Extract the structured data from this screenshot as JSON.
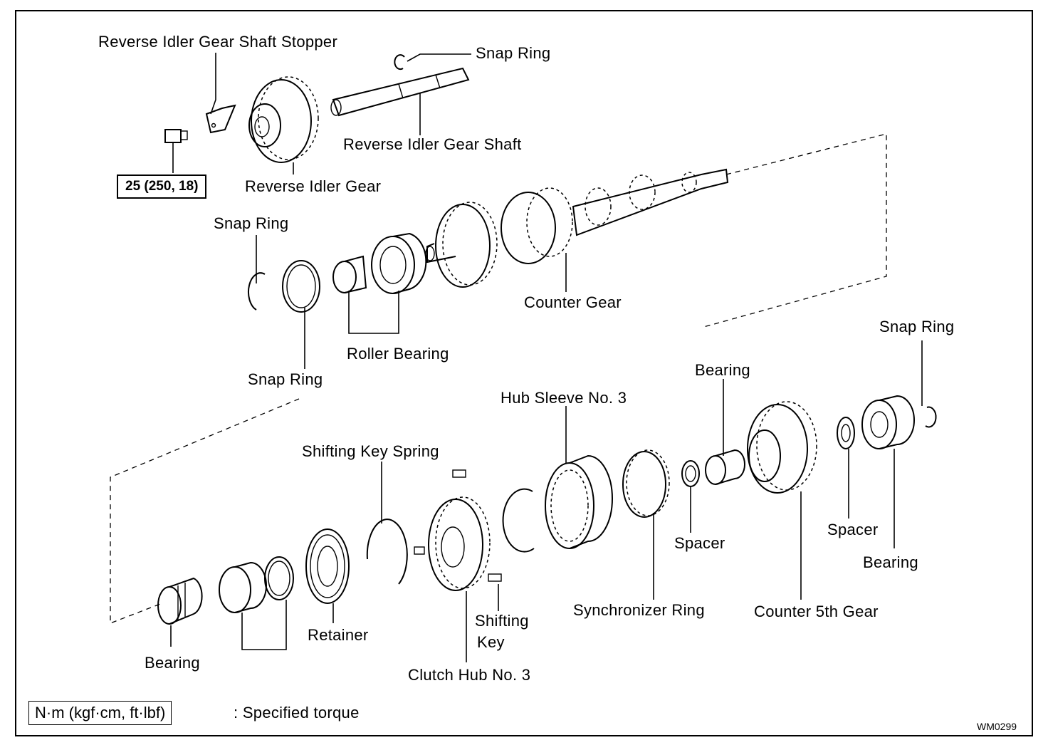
{
  "labels": {
    "reverse_idler_gear_shaft_stopper": "Reverse Idler Gear Shaft Stopper",
    "snap_ring_top": "Snap Ring",
    "reverse_idler_gear_shaft": "Reverse Idler Gear Shaft",
    "reverse_idler_gear": "Reverse Idler Gear",
    "snap_ring_left_upper": "Snap Ring",
    "snap_ring_left_lower": "Snap Ring",
    "roller_bearing": "Roller Bearing",
    "counter_gear": "Counter Gear",
    "snap_ring_right": "Snap Ring",
    "bearing_upper": "Bearing",
    "hub_sleeve_no3": "Hub Sleeve No. 3",
    "shifting_key_spring": "Shifting Key Spring",
    "spacer_mid": "Spacer",
    "spacer_right": "Spacer",
    "bearing_right": "Bearing",
    "synchronizer_ring": "Synchronizer Ring",
    "counter_5th_gear": "Counter 5th Gear",
    "shifting_key_line1": "Shifting",
    "shifting_key_line2": "Key",
    "retainer": "Retainer",
    "bearing_lower_left": "Bearing",
    "clutch_hub_no3": "Clutch Hub No. 3"
  },
  "torque_value": "25 (250, 18)",
  "legend": {
    "unit": "N·m (kgf·cm, ft·lbf)",
    "text": ":  Specified torque"
  },
  "figure_code": "WM0299"
}
